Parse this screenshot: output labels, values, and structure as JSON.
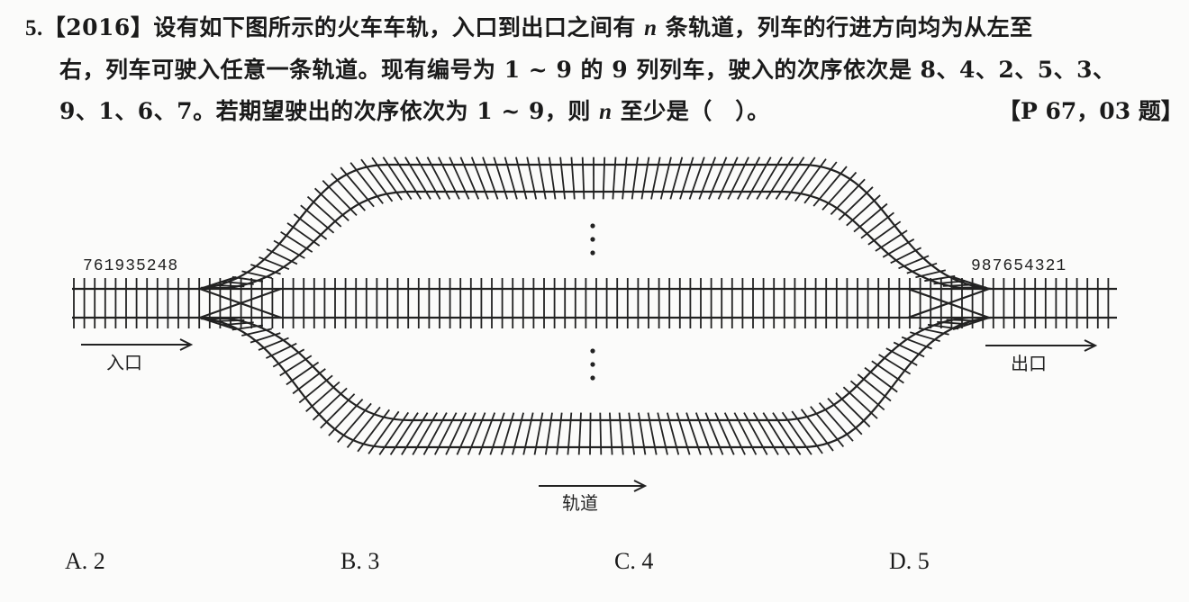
{
  "question": {
    "number": "5.",
    "year_tag": "【2016】",
    "line1_rest": "设有如下图所示的火车车轨，入口到出口之间有 ",
    "var_n": "n",
    "line1_tail": " 条轨道，列车的行进方向均为从左至",
    "line2": "右，列车可驶入任意一条轨道。现有编号为 1 ~ 9 的 9 列列车，驶入的次序依次是 8、4、2、5、3、",
    "line3_head": "9、1、6、7。若期望驶出的次序依次为 1 ~ 9，则 ",
    "line3_var": "n",
    "line3_tail": " 至少是（　）。",
    "source": "【P 67，03 题】"
  },
  "diagram": {
    "entry_sequence": "761935248",
    "exit_sequence": "987654321",
    "entry_label": "入口",
    "exit_label": "出口",
    "track_label": "轨道",
    "ellipsis_symbol": "⋮"
  },
  "options": [
    {
      "letter": "A.",
      "value": "2"
    },
    {
      "letter": "B.",
      "value": "3"
    },
    {
      "letter": "C.",
      "value": "4"
    },
    {
      "letter": "D.",
      "value": "5"
    }
  ]
}
